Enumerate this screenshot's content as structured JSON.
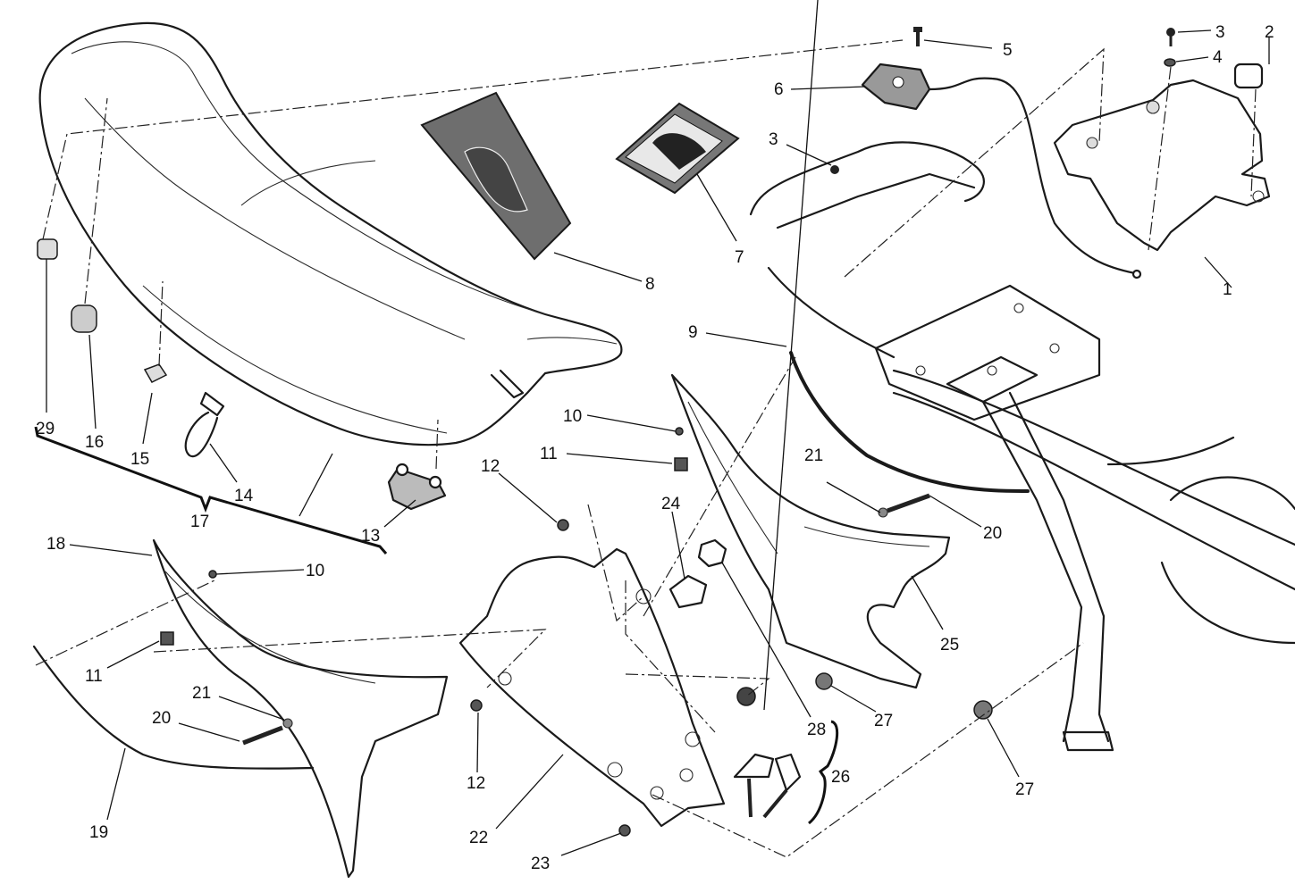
{
  "diagram": {
    "title": "Ducati seat / side panels exploded parts diagram",
    "colors": {
      "line": "#1a1a1a",
      "background": "#ffffff",
      "booklet_fill": "#6e6e6e"
    },
    "labels": [
      {
        "id": "l1",
        "text": "1"
      },
      {
        "id": "l2",
        "text": "2"
      },
      {
        "id": "l3a",
        "text": "3"
      },
      {
        "id": "l3b",
        "text": "3"
      },
      {
        "id": "l4",
        "text": "4"
      },
      {
        "id": "l5",
        "text": "5"
      },
      {
        "id": "l6",
        "text": "6"
      },
      {
        "id": "l7",
        "text": "7"
      },
      {
        "id": "l8",
        "text": "8"
      },
      {
        "id": "l9",
        "text": "9"
      },
      {
        "id": "l10a",
        "text": "10"
      },
      {
        "id": "l10b",
        "text": "10"
      },
      {
        "id": "l11a",
        "text": "11"
      },
      {
        "id": "l11b",
        "text": "11"
      },
      {
        "id": "l12a",
        "text": "12"
      },
      {
        "id": "l12b",
        "text": "12"
      },
      {
        "id": "l13",
        "text": "13"
      },
      {
        "id": "l14",
        "text": "14"
      },
      {
        "id": "l15",
        "text": "15"
      },
      {
        "id": "l16",
        "text": "16"
      },
      {
        "id": "l17",
        "text": "17"
      },
      {
        "id": "l18",
        "text": "18"
      },
      {
        "id": "l19",
        "text": "19"
      },
      {
        "id": "l20a",
        "text": "20"
      },
      {
        "id": "l20b",
        "text": "20"
      },
      {
        "id": "l21a",
        "text": "21"
      },
      {
        "id": "l21b",
        "text": "21"
      },
      {
        "id": "l22",
        "text": "22"
      },
      {
        "id": "l23",
        "text": "23"
      },
      {
        "id": "l24",
        "text": "24"
      },
      {
        "id": "l25",
        "text": "25"
      },
      {
        "id": "l26",
        "text": "26"
      },
      {
        "id": "l27a",
        "text": "27"
      },
      {
        "id": "l27b",
        "text": "27"
      },
      {
        "id": "l28",
        "text": "28"
      },
      {
        "id": "l29",
        "text": "29"
      }
    ],
    "parts": [
      {
        "number": "1",
        "name": "undertray / battery box"
      },
      {
        "number": "2",
        "name": "rubber cap"
      },
      {
        "number": "3",
        "name": "screw"
      },
      {
        "number": "4",
        "name": "washer"
      },
      {
        "number": "5",
        "name": "screw"
      },
      {
        "number": "6",
        "name": "seat lock with cable"
      },
      {
        "number": "7",
        "name": "owner's manual booklet"
      },
      {
        "number": "8",
        "name": "document pouch"
      },
      {
        "number": "9",
        "name": "trim strip"
      },
      {
        "number": "10",
        "name": "screw"
      },
      {
        "number": "11",
        "name": "clip nut"
      },
      {
        "number": "12",
        "name": "grommet"
      },
      {
        "number": "13",
        "name": "seat bracket"
      },
      {
        "number": "14",
        "name": "seat strap hook"
      },
      {
        "number": "15",
        "name": "clip"
      },
      {
        "number": "16",
        "name": "rubber pad"
      },
      {
        "number": "17",
        "name": "seat assembly"
      },
      {
        "number": "18",
        "name": "left side panel"
      },
      {
        "number": "19",
        "name": "trim strip"
      },
      {
        "number": "20",
        "name": "screw"
      },
      {
        "number": "21",
        "name": "washer"
      },
      {
        "number": "22",
        "name": "inner panel"
      },
      {
        "number": "23",
        "name": "screw"
      },
      {
        "number": "24",
        "name": "lock cylinder cover"
      },
      {
        "number": "25",
        "name": "right side panel"
      },
      {
        "number": "26",
        "name": "lock with keys"
      },
      {
        "number": "27",
        "name": "rubber grommet"
      },
      {
        "number": "28",
        "name": "nut"
      },
      {
        "number": "29",
        "name": "rubber pad"
      }
    ]
  }
}
